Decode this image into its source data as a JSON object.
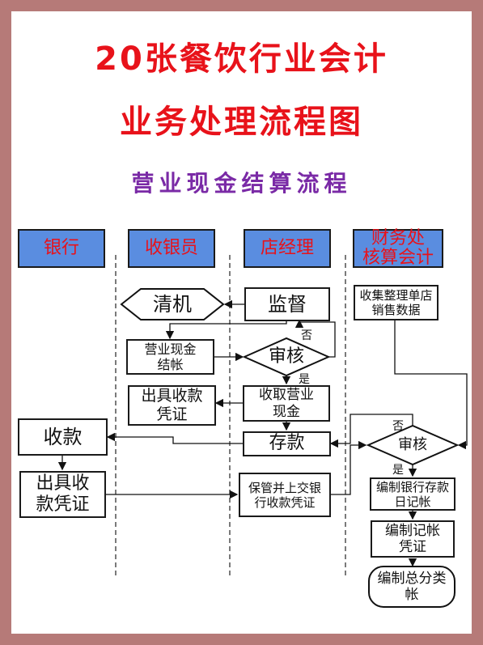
{
  "title": {
    "line1": "20张餐饮行业会计",
    "line2": "业务处理流程图"
  },
  "subtitle": "营业现金结算流程",
  "lanes": [
    "银行",
    "收银员",
    "店经理",
    "财务处核算会计"
  ],
  "lane_lines": {
    "finance_1": "财务处",
    "finance_2": "核算会计"
  },
  "nodes": {
    "qingji": "清机",
    "jiandu": "监督",
    "shouji": "收集整理单店销售数据",
    "jiezhang": "营业现金结帐",
    "shenhe1": "审核",
    "chuju1": "出具收款凭证",
    "shouqu": "收取营业现金",
    "shoukuan": "收款",
    "cunkuan": "存款",
    "shenhe2": "审核",
    "chuju2": "出具收款凭证",
    "baoguan": "保管并上交银行收款凭证",
    "yinhang_rijizhang": "编制银行存款日记帐",
    "jizhang_pingzheng": "编制记帐凭证",
    "zongfen": "编制总分类帐"
  },
  "labels": {
    "no1": "否",
    "yes1": "是",
    "no2": "否",
    "yes2": "是"
  },
  "colors": {
    "background": "#b67a78",
    "title": "#e8121a",
    "subtitle": "#7a2aa6",
    "lane": "#5a8de0"
  }
}
